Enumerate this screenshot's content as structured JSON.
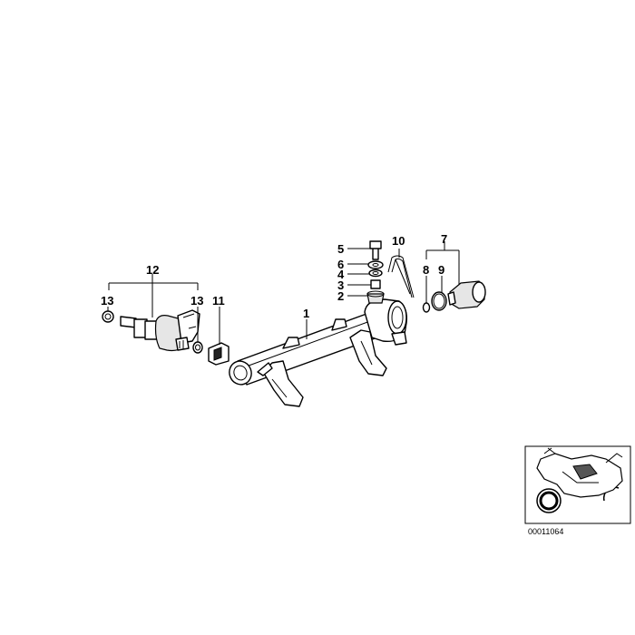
{
  "callouts": {
    "c1": "1",
    "c2": "2",
    "c3": "3",
    "c4": "4",
    "c5": "5",
    "c6": "6",
    "c7": "7",
    "c8": "8",
    "c9": "9",
    "c10": "10",
    "c11": "11",
    "c12": "12",
    "c13a": "13",
    "c13b": "13"
  },
  "thumbnail": {
    "reference_code": "00011064"
  }
}
